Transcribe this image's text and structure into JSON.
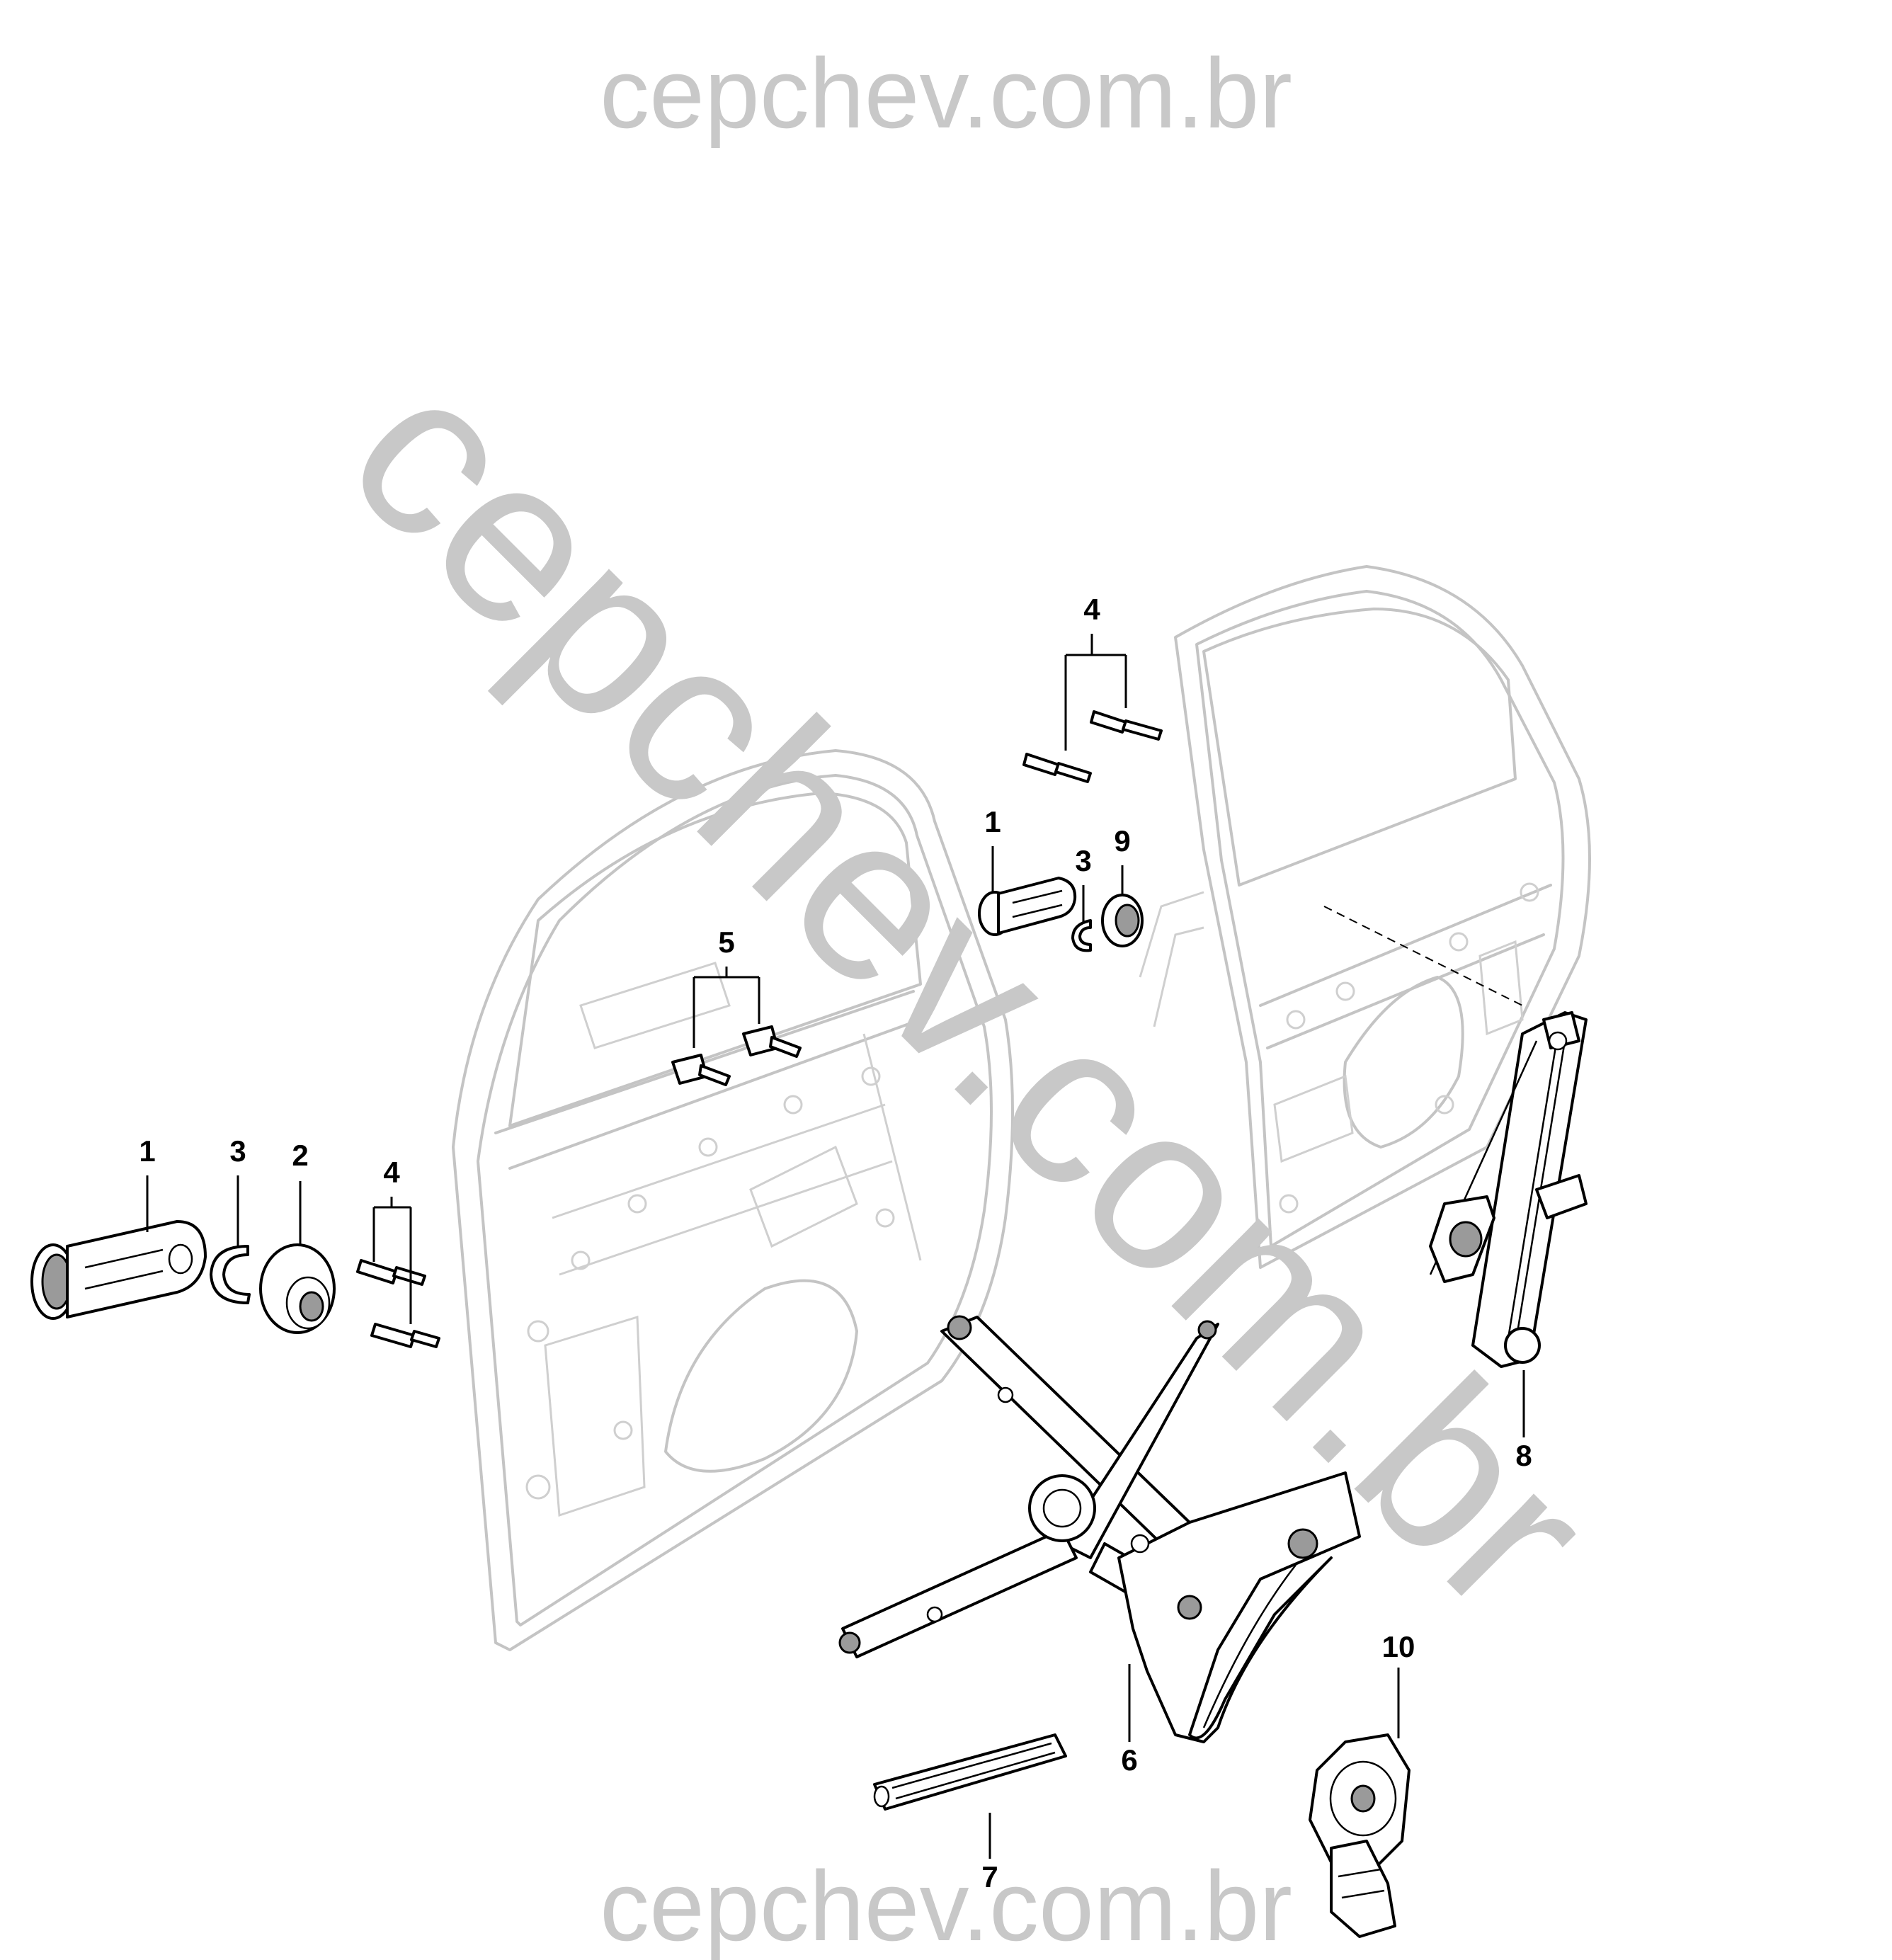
{
  "watermark": {
    "top": "cepchev.com.br",
    "diagonal": "cepchev.com.br",
    "bottom": "cepchev.com.br"
  },
  "callouts": {
    "c1_left": "1",
    "c3_left": "3",
    "c2_left": "2",
    "c4_left": "4",
    "c5": "5",
    "c4_top": "4",
    "c1_mid": "1",
    "c3_mid": "3",
    "c9": "9",
    "c6": "6",
    "c7": "7",
    "c8": "8",
    "c10": "10"
  },
  "colors": {
    "watermark": "#c8c8c8",
    "ghost_lines": "#c4c4c4",
    "part_outline": "#000000",
    "part_shade": "#9a9a9a"
  }
}
